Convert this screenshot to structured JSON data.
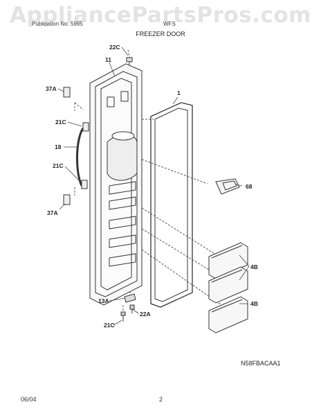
{
  "watermark": "AppliancePartsPros.com",
  "header": {
    "left_text": "Publication No: 5995",
    "right_text": "WFS",
    "title": "FREEZER DOOR"
  },
  "callouts": {
    "c22C_top": "22C",
    "c11": "11",
    "c1": "1",
    "c37A_top": "37A",
    "c21C_upper": "21C",
    "c18": "18",
    "c21C_mid": "21C",
    "c37A_bottom": "37A",
    "c68": "68",
    "c4B_upper": "4B",
    "c4B_lower": "4B",
    "c13A": "13A",
    "c22A": "22A",
    "c21C_bottom": "21C"
  },
  "footer": {
    "diagram_code": "N58FBACAA1",
    "date": "06/04",
    "page": "2"
  }
}
